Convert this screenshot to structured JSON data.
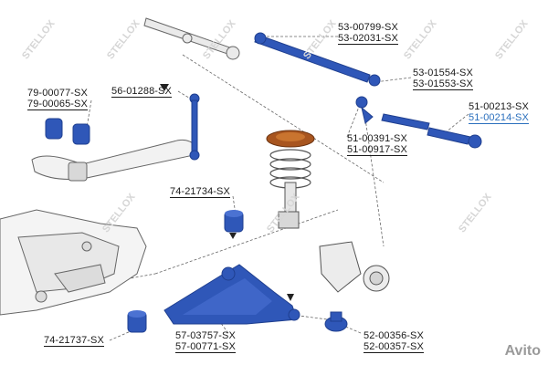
{
  "labels": {
    "tierod_outer": [
      "53-00799-SX",
      "53-02031-SX"
    ],
    "tierod_inner": [
      "53-01554-SX",
      "53-01553-SX"
    ],
    "tierod_end_right": [
      "51-00213-SX",
      "51-00214-SX"
    ],
    "tierod_end_left": [
      "51-00391-SX",
      "51-00917-SX"
    ],
    "bush_stab": [
      "79-00077-SX",
      "79-00065-SX"
    ],
    "stab_link": [
      "56-01288-SX"
    ],
    "arm_bush_top": [
      "74-21734-SX"
    ],
    "arm_bush_bottom": [
      "74-21737-SX"
    ],
    "control_arm": [
      "57-03757-SX",
      "57-00771-SX"
    ],
    "ball_joint": [
      "52-00356-SX",
      "52-00357-SX"
    ]
  },
  "watermark": "STELLOX",
  "brand": "Avito",
  "colors": {
    "part_blue": "#2f57b8",
    "part_dark": "#1f3f8f",
    "spring": "#a8551f",
    "line": "#555555",
    "highlight": "#2a6fbd"
  }
}
